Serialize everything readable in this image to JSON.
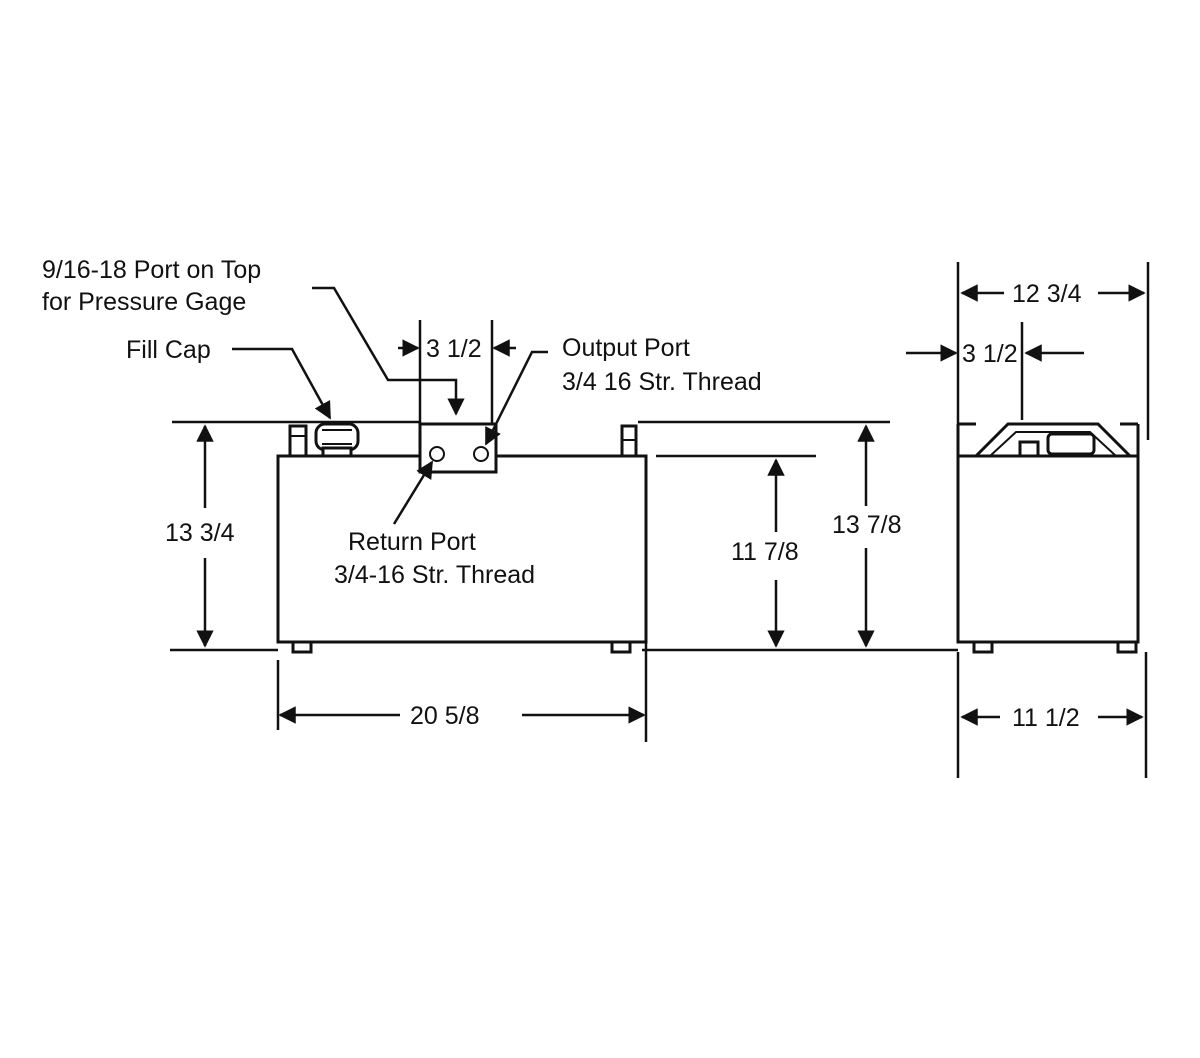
{
  "callouts": {
    "pressure_port_line1": "9/16-18 Port on Top",
    "pressure_port_line2": "for Pressure Gage",
    "fill_cap": "Fill Cap",
    "output_port_line1": "Output Port",
    "output_port_line2": "3/4 16 Str. Thread",
    "return_port_line1": "Return Port",
    "return_port_line2": "3/4-16 Str. Thread"
  },
  "dimensions": {
    "front_port_spacing": "3 1/2",
    "front_overall_height": "13 3/4",
    "front_length": "20 5/8",
    "body_height": "11 7/8",
    "height_to_top_fitting": "13 7/8",
    "side_overall_width": "12 3/4",
    "side_port_spacing": "3 1/2",
    "side_base_width": "11 1/2"
  }
}
